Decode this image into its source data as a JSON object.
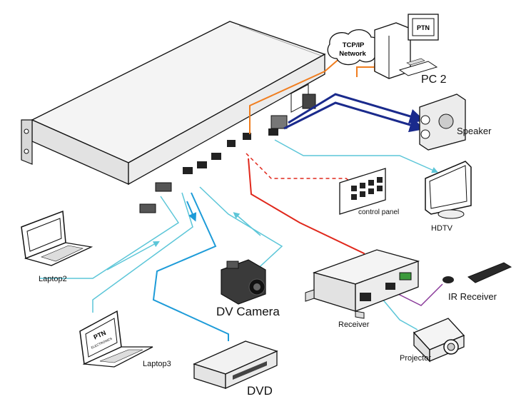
{
  "network_cloud": {
    "line1": "TCP/IP",
    "line2": "Network"
  },
  "devices": {
    "pc2": "PC 2",
    "speaker": "Speaker",
    "hdtv": "HDTV",
    "control_panel": "control panel",
    "laptop2": "Laptop2",
    "laptop3": "Laptop3",
    "dv_camera": "DV Camera",
    "dvd": "DVD",
    "receiver": "Receiver",
    "ir_receiver": "IR Receiver",
    "projector": "Projector"
  },
  "screen_logos": {
    "monitor": "PTN",
    "laptop3": "PTN",
    "laptop3_sub": "ELECTRONICS"
  },
  "colors": {
    "hdmi_cable": "#5cc6d8",
    "network_cable": "#f07d1e",
    "hdbaset_cable": "#e0281c",
    "audio_cable": "#1a2a8c",
    "vga_cable": "#1d9bd8",
    "ir_cable": "#8a3a9a"
  }
}
